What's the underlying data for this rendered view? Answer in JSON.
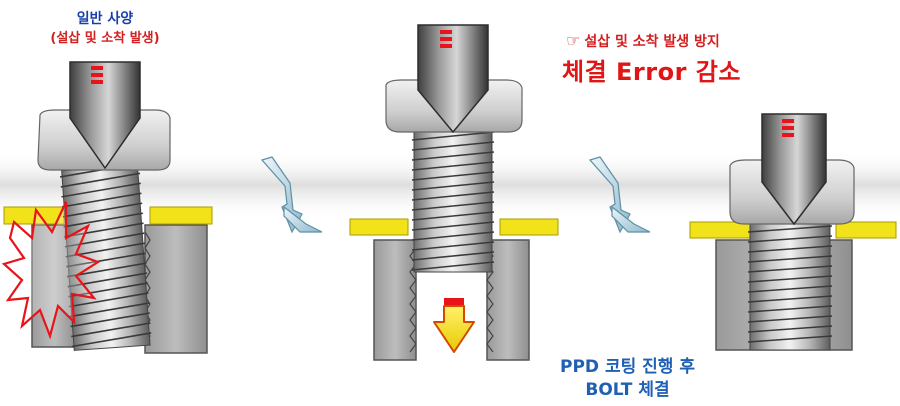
{
  "labels": {
    "general_spec": "일반 사양",
    "general_spec_sub": "(설삽 및 소착 발생)",
    "prevent_hand": "☞",
    "prevent_text": "설삽 및 소착 발생 방지",
    "error_reduction": "체결 Error 감소",
    "ppd_coating": "PPD 코팅 진행 후",
    "bolt_fastening": "BOLT 체결"
  },
  "colors": {
    "title_blue": "#1a3fa8",
    "alert_red": "#e01515",
    "caption_blue": "#1f5fb4",
    "washer_yellow": "#f2e21a",
    "arrow_yellow": "#f4e512",
    "arrow_red": "#e8141a"
  },
  "icons": {
    "step_arrow": "zigzag-arrow-icon",
    "insert_arrow": "down-arrow-icon",
    "burst": "explosion-icon"
  }
}
